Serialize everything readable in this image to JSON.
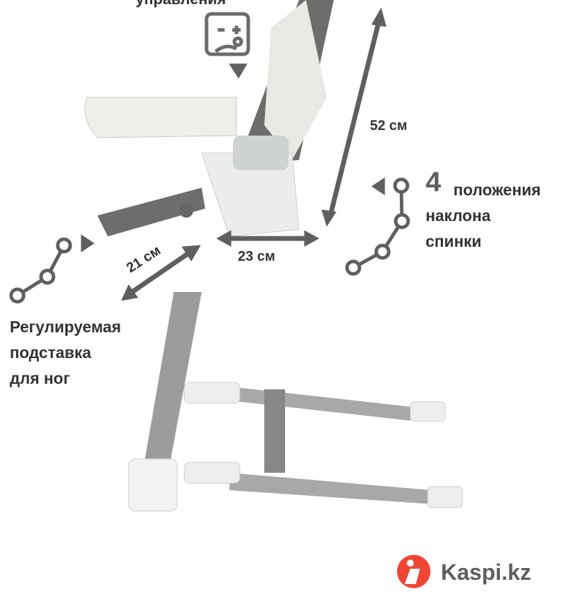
{
  "top_label": "управления",
  "height_label": "52 см",
  "recline": {
    "number": "4",
    "line1": "положения",
    "line2": "наклона",
    "line3": "спинки"
  },
  "seat_depth_label": "23 см",
  "footrest_label": "21 см",
  "footrest": {
    "line1": "Регулируемая",
    "line2": "подставка",
    "line3": "для ног"
  },
  "brand": {
    "name": "Kaspi.kz",
    "color": "#f14635"
  }
}
